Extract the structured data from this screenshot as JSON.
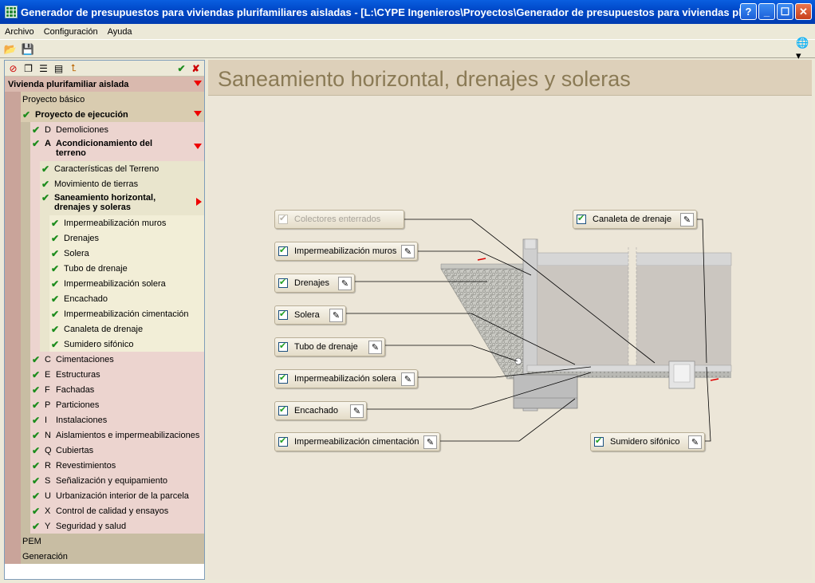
{
  "window": {
    "title": "Generador de presupuestos para viviendas plurifamiliares aisladas - [L:\\CYPE Ingenieros\\Proyectos\\Generador de presupuestos para viviendas plurifamiliares aisladas]"
  },
  "menu": [
    "Archivo",
    "Configuración",
    "Ayuda"
  ],
  "tree": {
    "root": "Vivienda plurifamiliar aislada",
    "proyecto_basico": "Proyecto básico",
    "proyecto_ejecucion": "Proyecto de ejecución",
    "items": [
      {
        "code": "D",
        "label": "Demoliciones"
      },
      {
        "code": "A",
        "label": "Acondicionamiento del terreno"
      },
      {
        "code": "C",
        "label": "Cimentaciones"
      },
      {
        "code": "E",
        "label": "Estructuras"
      },
      {
        "code": "F",
        "label": "Fachadas"
      },
      {
        "code": "P",
        "label": "Particiones"
      },
      {
        "code": "I",
        "label": "Instalaciones"
      },
      {
        "code": "N",
        "label": "Aislamientos e impermeabilizaciones"
      },
      {
        "code": "Q",
        "label": "Cubiertas"
      },
      {
        "code": "R",
        "label": "Revestimientos"
      },
      {
        "code": "S",
        "label": "Señalización y equipamiento"
      },
      {
        "code": "U",
        "label": "Urbanización interior de la parcela"
      },
      {
        "code": "X",
        "label": "Control de calidad y ensayos"
      },
      {
        "code": "Y",
        "label": "Seguridad y salud"
      }
    ],
    "sub_a": [
      "Características del Terreno",
      "Movimiento de tierras",
      "Saneamiento horizontal, drenajes y soleras"
    ],
    "sub_san": [
      "Impermeabilización muros",
      "Drenajes",
      "Solera",
      "Tubo de drenaje",
      "Impermeabilización solera",
      "Encachado",
      "Impermeabilización cimentación",
      "Canaleta de drenaje",
      "Sumidero sifónico"
    ],
    "pem": "PEM",
    "generacion": "Generación"
  },
  "main": {
    "heading": "Saneamiento horizontal, drenajes y soleras",
    "labels": {
      "colectores": "Colectores enterrados",
      "imp_muros": "Impermeabilización muros",
      "drenajes": "Drenajes",
      "solera": "Solera",
      "tubo": "Tubo de drenaje",
      "imp_solera": "Impermeabilización solera",
      "encachado": "Encachado",
      "imp_cim": "Impermeabilización cimentación",
      "canaleta": "Canaleta de drenaje",
      "sumidero": "Sumidero sifónico"
    }
  }
}
